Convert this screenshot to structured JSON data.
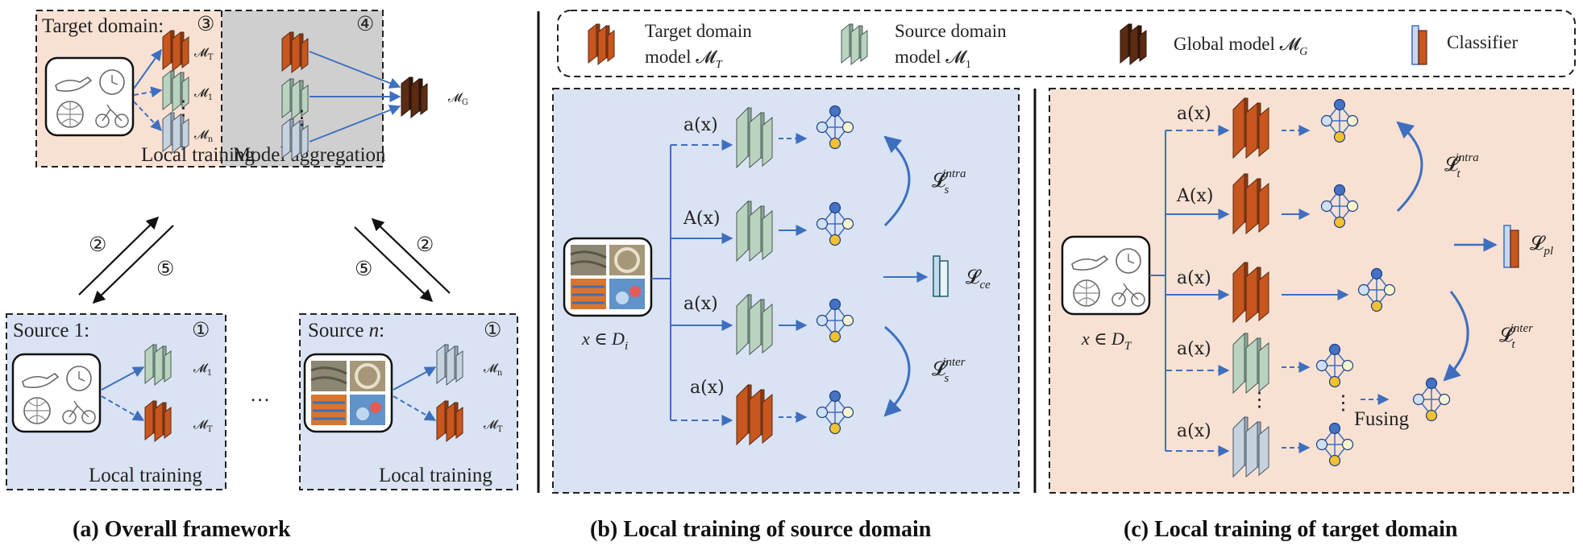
{
  "captions": {
    "a": "(a) Overall framework",
    "b": "(b) Local training of source domain",
    "c": "(c) Local training of target domain"
  },
  "panel_a": {
    "target_title": "Target domain:",
    "target_num": "③",
    "agg_num": "④",
    "local_training": "Local training",
    "model_aggregation": "Model aggregation",
    "source1_title": "Source 1:",
    "sourcen_title": "Source ",
    "sourcen_title_n": "n",
    "sourcen_title_colon": ":",
    "source_num": "①",
    "step2": "②",
    "step5": "⑤",
    "ellipsis": "…",
    "m_t": "𝓜",
    "m_t_sub": "T",
    "m_1_sub": "1",
    "m_n_sub": "n",
    "m_g_sub": "G"
  },
  "legend": {
    "target_line1": "Target domain",
    "target_line2": "model ",
    "source_line1": "Source domain",
    "source_line2": "model ",
    "global": "Global model ",
    "classifier": "Classifier",
    "m_sym": "𝓜",
    "sub_t": "T",
    "sub_1": "1",
    "sub_g": "G"
  },
  "panel_b": {
    "aug_weak": "a(x)",
    "aug_strong": "A(x)",
    "input_label": "x ∈ D",
    "input_sub": "i",
    "loss_sym": "𝓛",
    "loss_intra_sub": "s",
    "loss_intra_sup": "intra",
    "loss_inter_sub": "s",
    "loss_inter_sup": "inter",
    "loss_ce_sub": "ce"
  },
  "panel_c": {
    "aug_weak": "a(x)",
    "aug_strong": "A(x)",
    "input_label": "x ∈ D",
    "input_sub": "T",
    "loss_sym": "𝓛",
    "loss_intra_sub": "t",
    "loss_intra_sup": "intra",
    "loss_inter_sub": "t",
    "loss_inter_sup": "inter",
    "loss_pl_sub": "pl",
    "fusing": "Fusing",
    "vdots": "⋮"
  },
  "colors": {
    "target_model": "#c8561f",
    "source_model": "#b9d3c0",
    "source_model_n": "#c6d3de",
    "global_model": "#4a2512",
    "arrow": "#3e6fbf",
    "panel_blue": "#d9e3f3",
    "panel_peach": "#f8e1d3",
    "panel_gray": "#cfcfcf",
    "node_blue": "#4472c4",
    "node_light": "#f5f5c8",
    "node_yellow": "#f2c12e"
  }
}
